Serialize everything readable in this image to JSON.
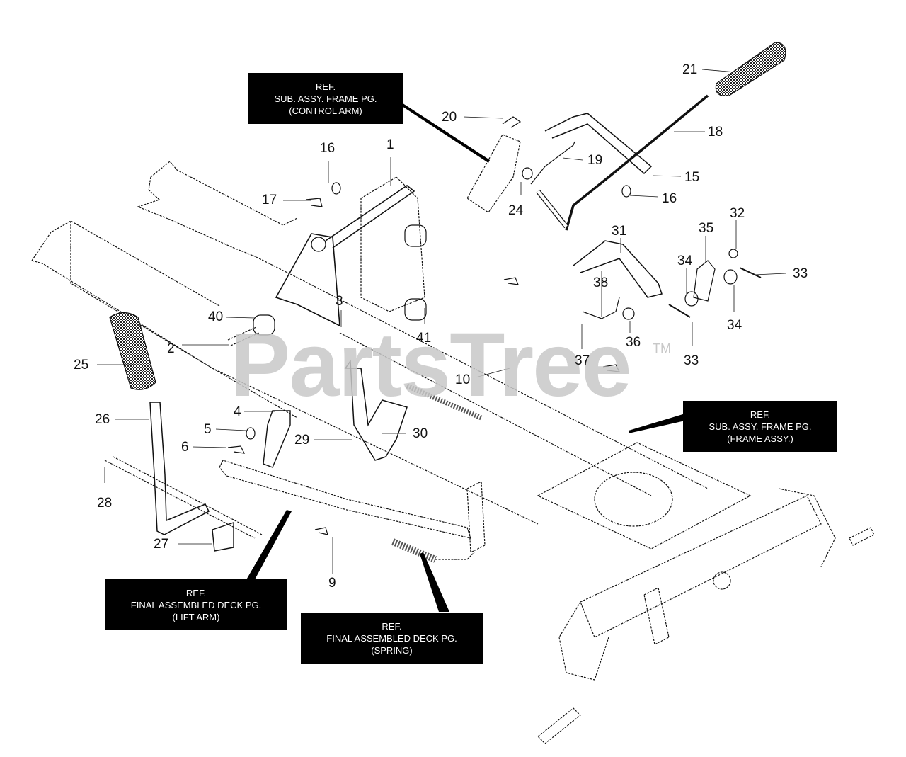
{
  "diagram": {
    "watermark": "PartsTree",
    "trademark": "TM",
    "colors": {
      "line": "#111111",
      "grip_fill": "#3a3a3a",
      "watermark": "#c8c8c8",
      "refbox_bg": "#000000",
      "refbox_text": "#ffffff"
    },
    "reference_boxes": [
      {
        "id": "control-arm",
        "lines": [
          "REF.",
          "SUB. ASSY. FRAME PG.",
          "(CONTROL ARM)"
        ]
      },
      {
        "id": "frame-assy",
        "lines": [
          "REF.",
          "SUB. ASSY. FRAME PG.",
          "(FRAME ASSY.)"
        ]
      },
      {
        "id": "lift-arm",
        "lines": [
          "REF.",
          "FINAL ASSEMBLED DECK PG.",
          "(LIFT ARM)"
        ]
      },
      {
        "id": "spring",
        "lines": [
          "REF.",
          "FINAL ASSEMBLED DECK PG.",
          "(SPRING)"
        ]
      }
    ],
    "callouts": [
      {
        "id": "c21",
        "label": "21"
      },
      {
        "id": "c20",
        "label": "20"
      },
      {
        "id": "c18",
        "label": "18"
      },
      {
        "id": "c19",
        "label": "19"
      },
      {
        "id": "c15",
        "label": "15"
      },
      {
        "id": "c16a",
        "label": "16"
      },
      {
        "id": "c24",
        "label": "24"
      },
      {
        "id": "c16b",
        "label": "16"
      },
      {
        "id": "c1",
        "label": "1"
      },
      {
        "id": "c17",
        "label": "17"
      },
      {
        "id": "c31",
        "label": "31"
      },
      {
        "id": "c32",
        "label": "32"
      },
      {
        "id": "c35",
        "label": "35"
      },
      {
        "id": "c34a",
        "label": "34"
      },
      {
        "id": "c33a",
        "label": "33"
      },
      {
        "id": "c34b",
        "label": "34"
      },
      {
        "id": "c38",
        "label": "38"
      },
      {
        "id": "c36",
        "label": "36"
      },
      {
        "id": "c33b",
        "label": "33"
      },
      {
        "id": "c37",
        "label": "37"
      },
      {
        "id": "c40",
        "label": "40"
      },
      {
        "id": "c3",
        "label": "3"
      },
      {
        "id": "c41",
        "label": "41"
      },
      {
        "id": "c2",
        "label": "2"
      },
      {
        "id": "c25",
        "label": "25"
      },
      {
        "id": "c10",
        "label": "10"
      },
      {
        "id": "c26",
        "label": "26"
      },
      {
        "id": "c4",
        "label": "4"
      },
      {
        "id": "c5",
        "label": "5"
      },
      {
        "id": "c6",
        "label": "6"
      },
      {
        "id": "c29",
        "label": "29"
      },
      {
        "id": "c30",
        "label": "30"
      },
      {
        "id": "c28",
        "label": "28"
      },
      {
        "id": "c27",
        "label": "27"
      },
      {
        "id": "c9",
        "label": "9"
      }
    ]
  }
}
